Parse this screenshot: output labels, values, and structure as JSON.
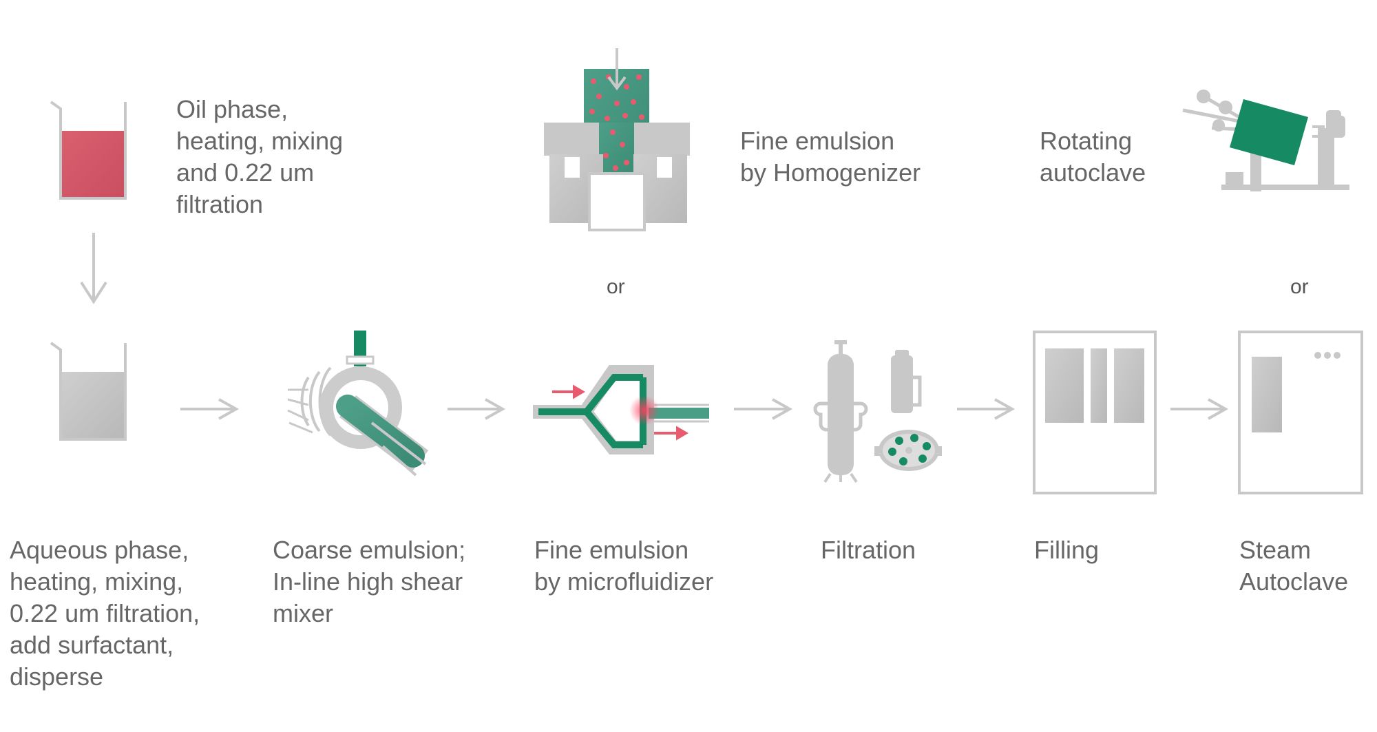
{
  "oil_phase": {
    "lines": [
      "Oil phase,",
      "heating, mixing",
      "and 0.22 um",
      "filtration"
    ]
  },
  "aqueous_phase": {
    "lines": [
      "Aqueous phase,",
      "heating, mixing,",
      "0.22 um filtration,",
      "add surfactant,",
      "disperse"
    ]
  },
  "coarse_emulsion": {
    "lines": [
      "Coarse emulsion;",
      "In-line high shear",
      "mixer"
    ]
  },
  "microfluidizer": {
    "lines": [
      "Fine emulsion",
      "by microfluidizer"
    ]
  },
  "homogenizer": {
    "lines": [
      "Fine emulsion",
      "by Homogenizer"
    ]
  },
  "filtration": {
    "lines": [
      "Filtration"
    ]
  },
  "filling": {
    "lines": [
      "Filling"
    ]
  },
  "rotating_autoclave": {
    "lines": [
      "Rotating",
      "autoclave"
    ]
  },
  "steam_autoclave": {
    "lines": [
      "Steam",
      "Autoclave"
    ]
  },
  "or_homogenizer": "or",
  "or_autoclave": "or",
  "colors": {
    "green": "#168a63",
    "teal": "#4a9e86",
    "red": "#e85b6e",
    "pink": "#d9606f",
    "gray": "#c8c8c8",
    "text": "#666666"
  }
}
